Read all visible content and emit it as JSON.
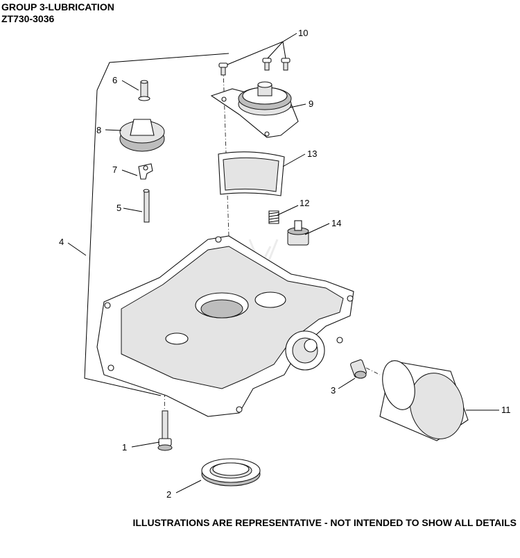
{
  "header": {
    "title": "GROUP 3-LUBRICATION",
    "model": "ZT730-3036"
  },
  "footer": {
    "note": "ILLUSTRATIONS ARE REPRESENTATIVE - NOT INTENDED TO SHOW ALL DETAILS"
  },
  "callouts": {
    "c1": "1",
    "c2": "2",
    "c3": "3",
    "c4": "4",
    "c5": "5",
    "c6": "6",
    "c7": "7",
    "c8": "8",
    "c9": "9",
    "c10": "10",
    "c11": "11",
    "c12": "12",
    "c13": "13",
    "c14": "14"
  }
}
